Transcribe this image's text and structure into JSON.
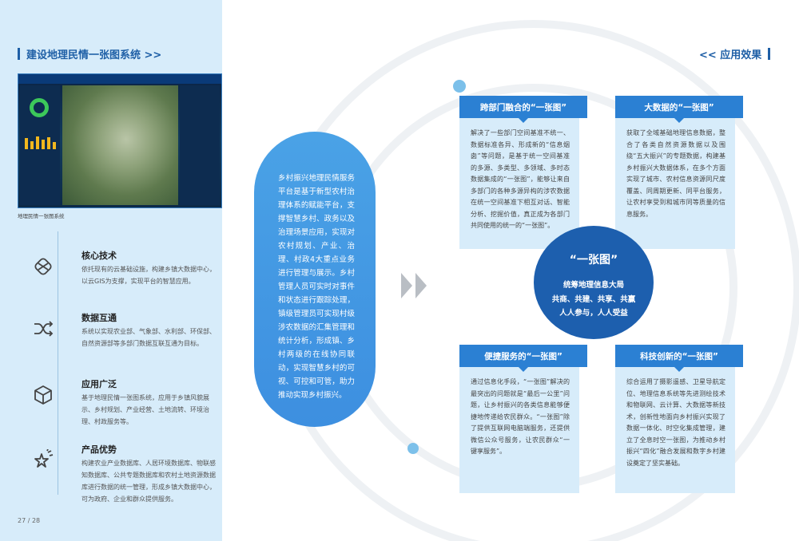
{
  "left": {
    "title": "建设地理民情一张图系统 >>",
    "caption": "地理民情一张图系统",
    "features": [
      {
        "icon": "knot-icon",
        "title": "核心技术",
        "desc": "依托现有的云基础设施，构建乡镇大数据中心，以云GIS为支撑，实现平台的智慧应用。"
      },
      {
        "icon": "shuffle-icon",
        "title": "数据互通",
        "desc": "系统以实现农业部、气象部、水利部、环保部、自然资源部等多部门数据互联互通为目标。"
      },
      {
        "icon": "cube-icon",
        "title": "应用广泛",
        "desc": "基于地理民情一张图系统，应用于乡镇风貌展示、乡村规划、产业经营、土地流转、环境治理、村政服务等。"
      },
      {
        "icon": "star-burst-icon",
        "title": "产品优势",
        "desc": "构建农业产业数据库、人居环境数据库、物联感知数据库、公共专题数据库和农村土地资源数据库进行数据的统一管理，形成乡镇大数据中心，可为政府、企业和群众提供服务。"
      }
    ],
    "page_number": "27 / 28"
  },
  "right": {
    "title": "<< 应用效果",
    "pill_text": "乡村振兴地理民情服务平台是基于新型农村治理体系的赋能平台，支撑智慧乡村、政务以及治理场景应用，实现对农村规划、产业、治理、村政4大重点业务进行管理与展示。乡村管理人员可实时对事件和状态进行跟踪处理，镇级管理员可实现村级涉农数据的汇集管理和统计分析，形成镇、乡村两级的在线协同联动，实现智慧乡村的可视、可控和可管，助力推动实现乡村振兴。",
    "center": {
      "title": "“一张图”",
      "lines": [
        "统筹地理信息大局",
        "共商、共建、共享、共赢",
        "人人参与，人人受益"
      ]
    },
    "cards": [
      {
        "title": "跨部门融合的“一张图”",
        "body": "解决了一些部门空间基准不统一、数据标准各异、形成新的“信息烟囱”等问题，是基于统一空间基准的多源、多类型、多领域、多时态数据集成的“一张图”，能够让来自多部门的各种多源异构的涉农数据在统一空间基准下相互对话、智能分析、挖掘价值，真正成为各部门共同使用的统一的“一张图”。"
      },
      {
        "title": "大数据的“一张图”",
        "body": "获取了全域基础地理信息数据，整合了各类自然资源数据以及围绕“五大振兴”的专题数据，构建基乡村振兴大数据体系，在多个方面实现了城市、农村信息资源同尺度覆盖、同周期更新、同平台服务，让农村享受到和城市同等质量的信息服务。"
      },
      {
        "title": "便捷服务的“一张图”",
        "body": "通过信息化手段，“一张图”解决的最突出的问题就是“最后一公里”问题，让乡村振兴的各类信息能够便捷地传递给农民群众。“一张图”除了提供互联网电脑端服务，还提供微信公众号服务，让农民群众“一键享服务”。"
      },
      {
        "title": "科技创新的“一张图”",
        "body": "综合运用了摄影遥感、卫星导航定位、地理信息系统等先进测绘技术和物联网、云计算、大数据等新技术，创新性地面向乡村振兴实现了数据一体化、时空化集成管理，建立了全息时空一张图，为推动乡村振兴“四化”融合发展和数字乡村建设奠定了坚实基础。"
      }
    ]
  },
  "colors": {
    "primary": "#1e5fa6",
    "accent": "#2b80d3",
    "panel": "#d7ecfa",
    "pill": "#3d8fe0",
    "center": "#1d5fae"
  }
}
